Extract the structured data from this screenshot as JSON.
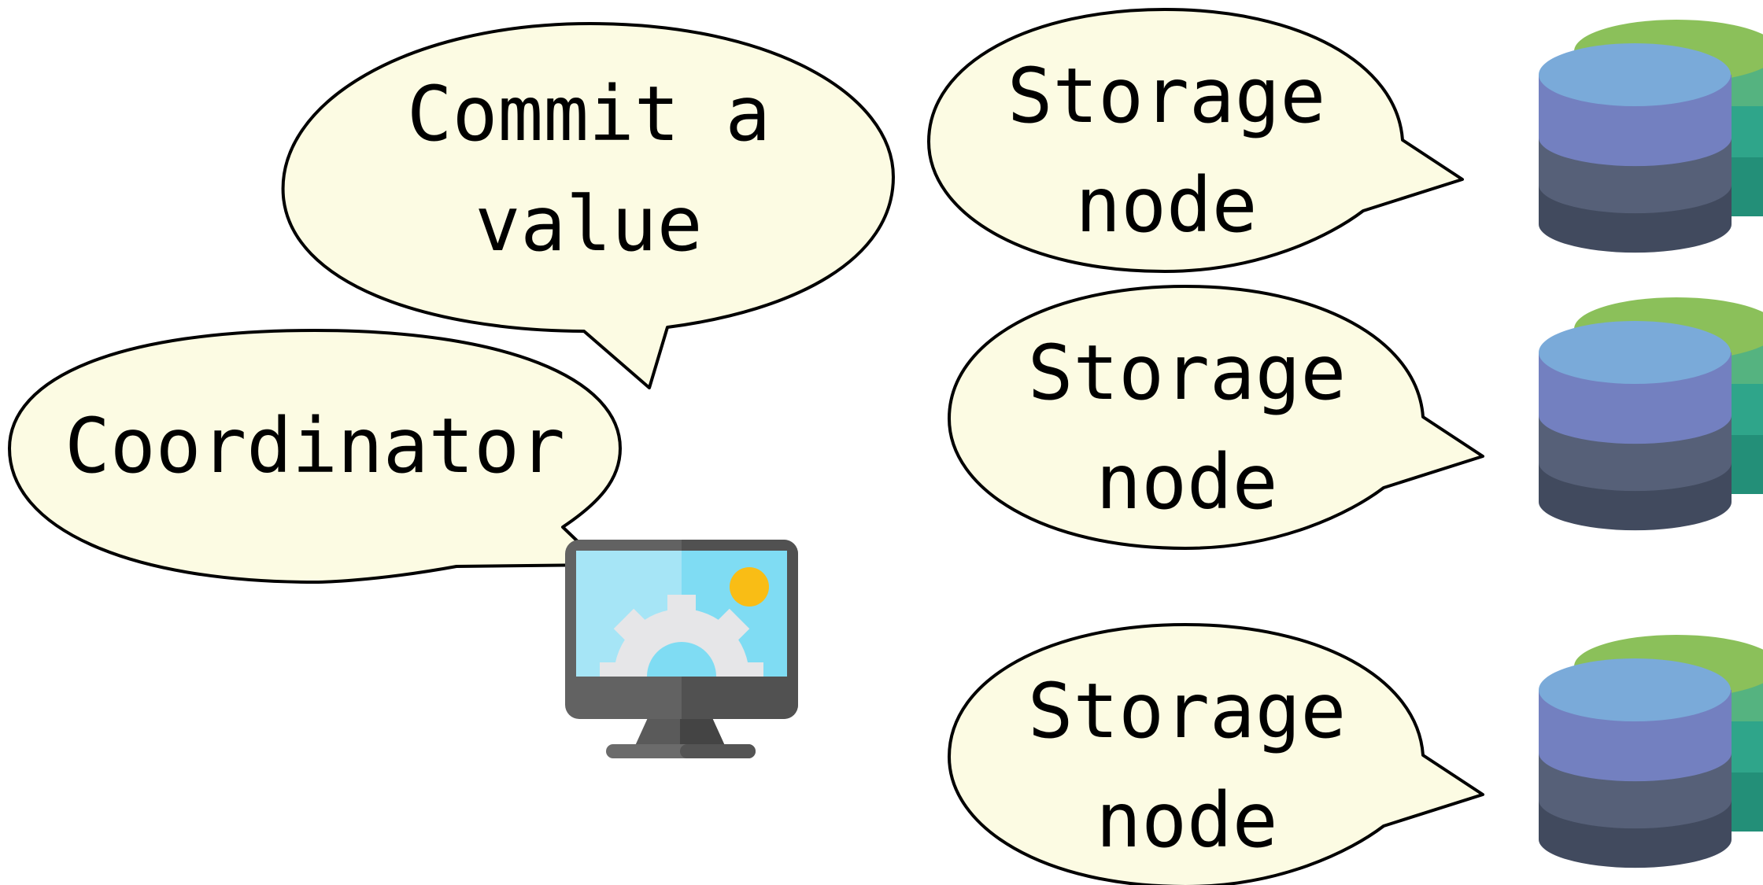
{
  "diagram": {
    "commit_bubble": {
      "line1": "Commit a",
      "line2": "value"
    },
    "coordinator_bubble": {
      "label": "Coordinator"
    },
    "storage_nodes": [
      {
        "line1": "Storage",
        "line2": "node"
      },
      {
        "line1": "Storage",
        "line2": "node"
      },
      {
        "line1": "Storage",
        "line2": "node"
      }
    ],
    "icons": {
      "coordinator": "computer-monitor-gear-icon",
      "storage": "database-stack-icon"
    },
    "colors": {
      "bubble_fill": "#fcfbe3",
      "bubble_stroke": "#000000",
      "db_top": "#7aaad9",
      "db_layer1": "#7380c0",
      "db_layer2": "#566078",
      "db_layer3": "#414a5e",
      "db_back_green": "#8bc05a",
      "db_back_teal1": "#55b380",
      "db_back_teal2": "#2fa58a",
      "db_back_teal3": "#238f78",
      "monitor_frame": "#5e5e5e",
      "monitor_screen": "#a6e5f6",
      "monitor_screen_right": "#7fdcf3",
      "monitor_sun": "#f9bd15",
      "monitor_gear": "#e6e6e8"
    }
  }
}
